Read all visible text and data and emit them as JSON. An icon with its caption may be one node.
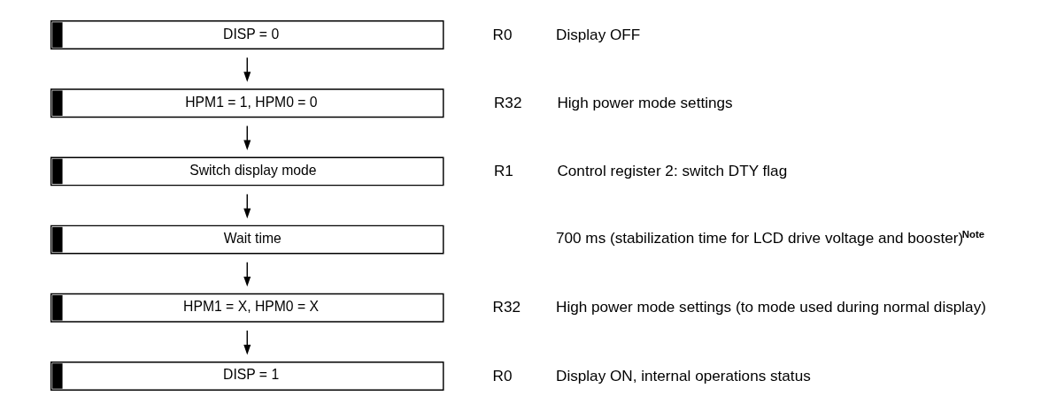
{
  "diagram": {
    "nodes": [
      {
        "text": [
          "DISP = 0"
        ],
        "beside": [
          "R0",
          "Display OFF"
        ]
      },
      {
        "text": [
          "HPM1 = 1, HPM0 = 0"
        ],
        "beside": [
          "R32",
          "High power mode settings"
        ]
      },
      {
        "text": [
          "Switch display mode"
        ],
        "beside": [
          "R1",
          "Control register 2: switch DTY flag"
        ]
      },
      {
        "text": [
          "Wait time"
        ]
      },
      {
        "text": [
          "HPM1 = X, HPM0 = X"
        ],
        "beside": [
          "R32",
          "High power mode settings (to mode used during normal display)"
        ]
      },
      {
        "text": [
          "DISP = 1"
        ],
        "beside": [
          "R0",
          "Display ON, internal operations status"
        ]
      }
    ],
    "edges": [
      {
        "from": 0,
        "to": 1,
        "arrow": "to"
      },
      {
        "from": 1,
        "to": 2,
        "arrow": "to"
      },
      {
        "from": 2,
        "to": 3,
        "arrow": "to"
      },
      {
        "from": 3,
        "to": 4,
        "arrow": "to"
      },
      {
        "from": 4,
        "to": 5,
        "arrow": "to"
      }
    ],
    "labels": [
      "700 ms (stabilization time for LCD drive voltage and booster)$^{Note}$"
    ]
  }
}
